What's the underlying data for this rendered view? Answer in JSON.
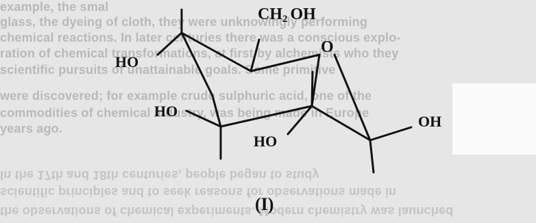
{
  "bleed_through_text": [
    "example, the smal",
    "glass, the dyeing of cloth, they were unknowingly performing",
    "chemical reactions. In later centuries there was a conscious explo-",
    "ration of chemical transformations, at first by alchemists who they",
    "scientific pursuits of unattainable goals. Some primitive",
    "were discovered; for example crude sulphuric acid, one of the",
    "commodities of chemical industry, was being made in Europe",
    "years ago.",
    "In the 17th and 18th centuries, people began to study",
    "scientific principles and to seek reasons for observations made in",
    "the observations of chemical experiments. Modern chemistry was launched"
  ],
  "molecule": {
    "labels": {
      "ch2oh_main": "CH",
      "ch2oh_sub": "2",
      "ch2oh_tail": "OH",
      "ring_oxygen": "O",
      "ho_upper": "HO",
      "ho_middle": "HO",
      "ho_lower": "HO",
      "oh_right": "OH"
    },
    "caption": "(I)"
  }
}
